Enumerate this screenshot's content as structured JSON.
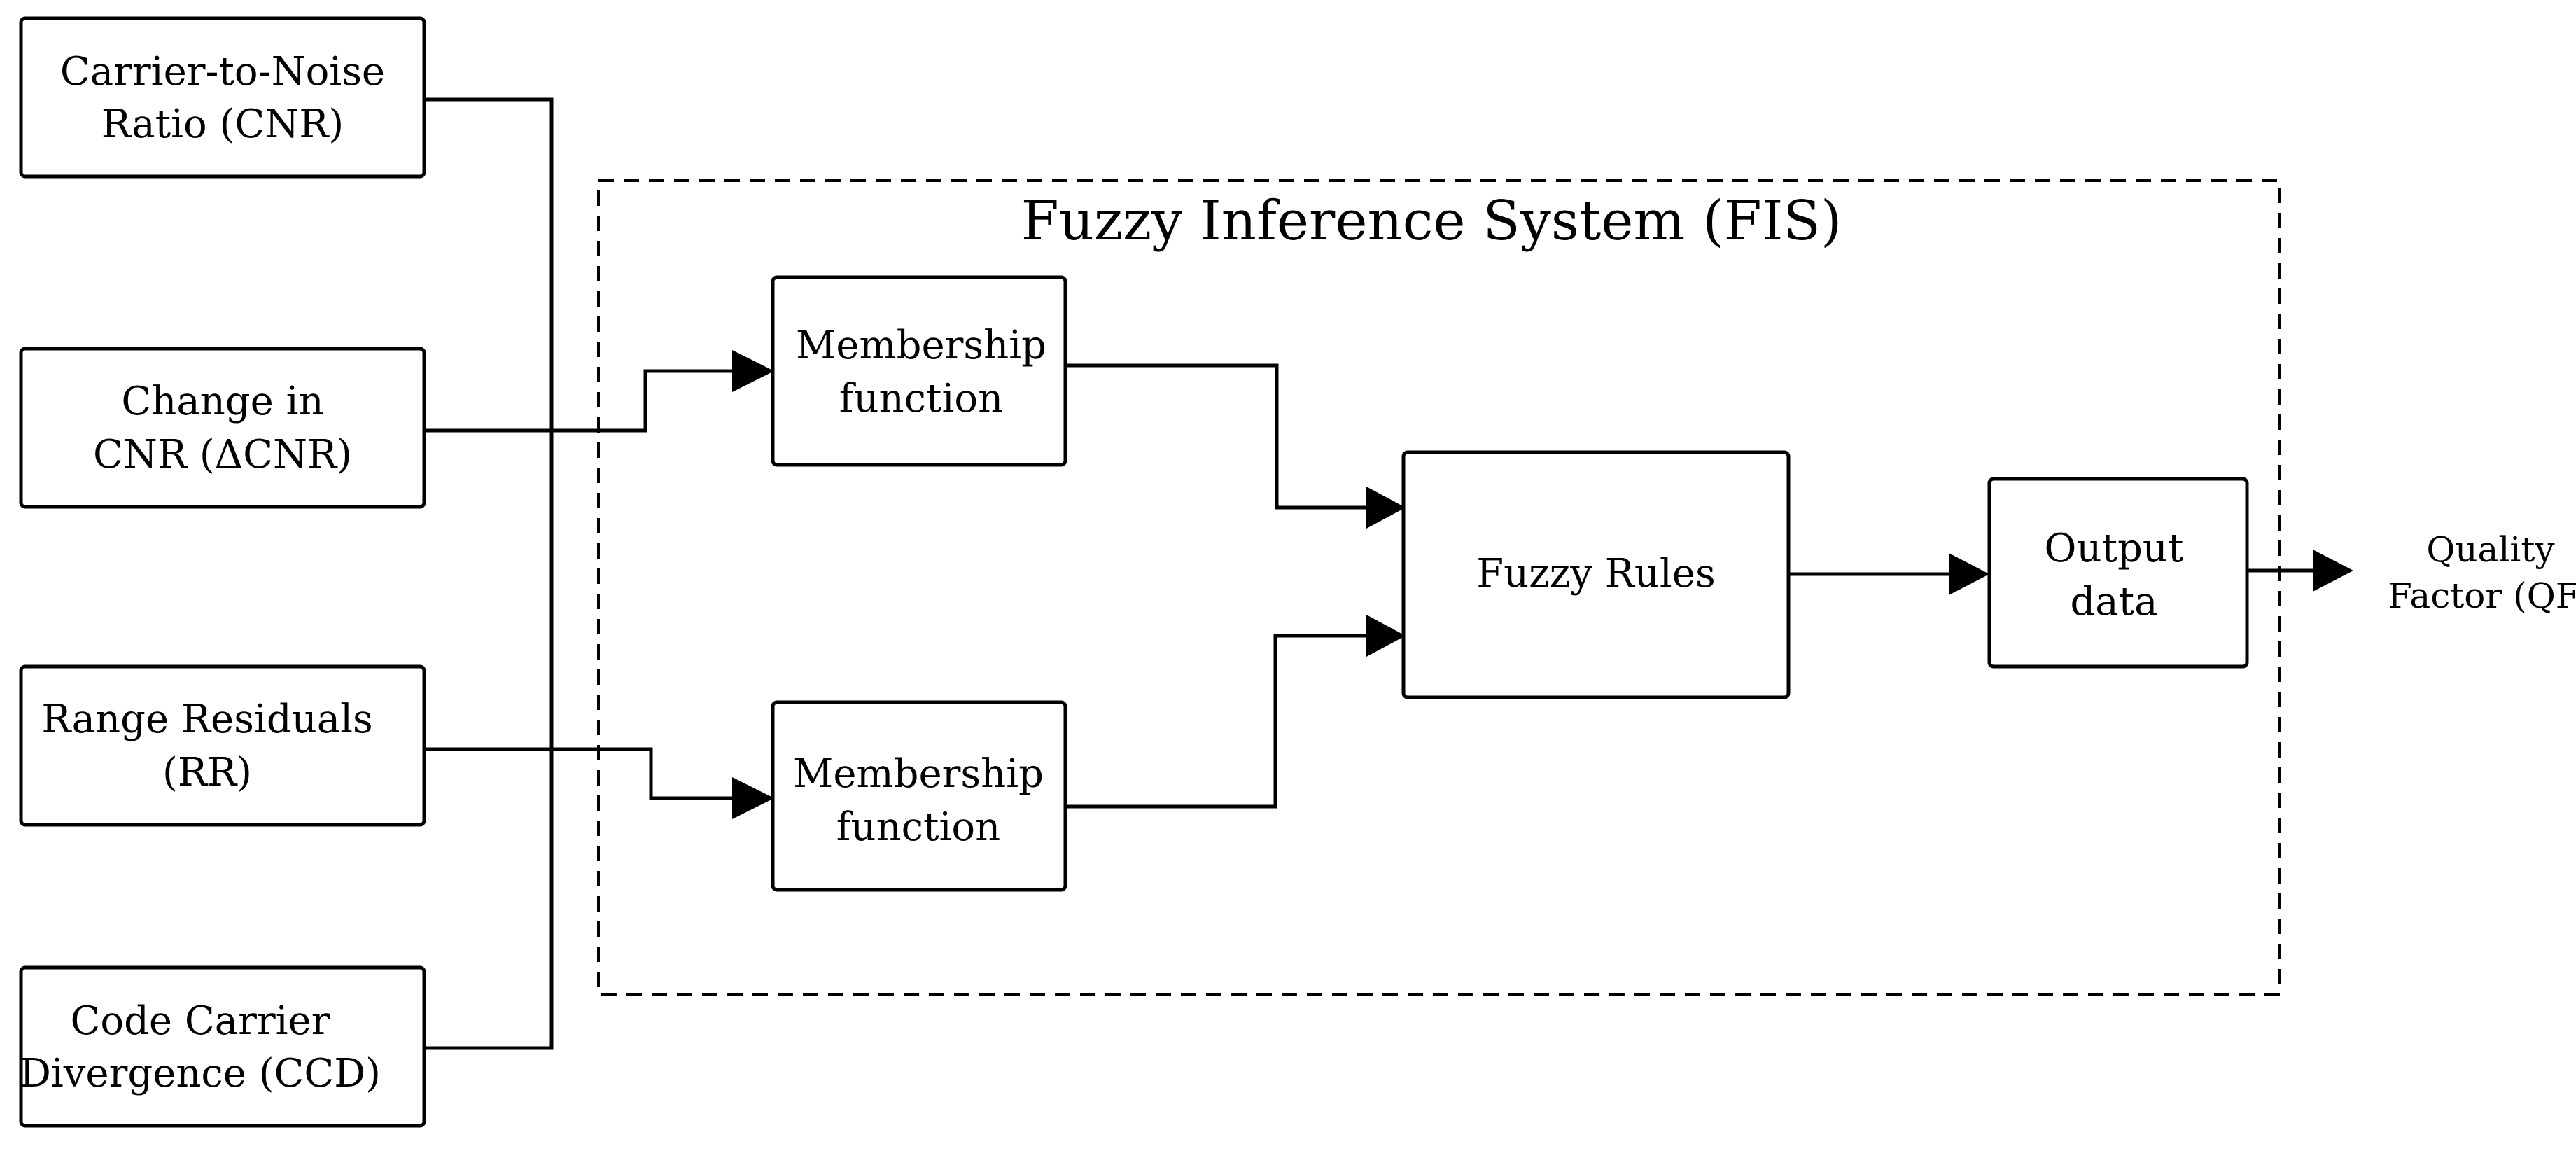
{
  "title": "Fuzzy Inference System (FIS)",
  "inputs": [
    {
      "line1": "Carrier-to-Noise",
      "line2": "Ratio (CNR)"
    },
    {
      "line1": "Change in",
      "line2": "CNR (ΔCNR)"
    },
    {
      "line1": "Range Residuals",
      "line2": "(RR)"
    },
    {
      "line1": "Code Carrier",
      "line2": "Divergence (CCD)"
    }
  ],
  "membership_top": {
    "line1": "Membership",
    "line2": "function"
  },
  "membership_bottom": {
    "line1": "Membership",
    "line2": "function"
  },
  "rules": {
    "label": "Fuzzy Rules"
  },
  "output": {
    "line1": "Output",
    "line2": "data"
  },
  "final_output": {
    "line1": "Quality",
    "line2": "Factor (QF)"
  }
}
